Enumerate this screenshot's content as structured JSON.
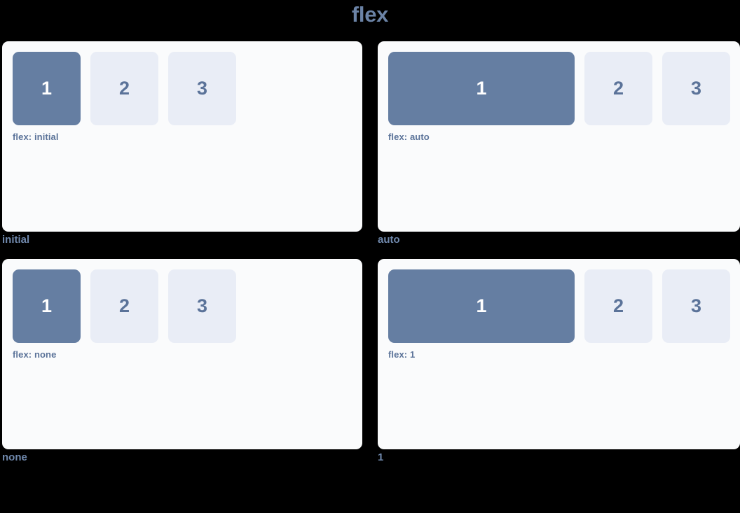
{
  "title": "flex",
  "colors": {
    "background": "#000000",
    "panel": "#fafbfc",
    "title": "#6b83a6",
    "caption": "#7089ad",
    "code_label": "#5b7399",
    "box_default_bg": "#e9edf6",
    "box_default_text": "#5b7399",
    "box_highlight_bg": "#657ea2",
    "box_highlight_text": "#ffffff"
  },
  "demos": [
    {
      "caption": "initial",
      "code_label": "flex: initial",
      "flex_value": "initial",
      "boxes": [
        {
          "label": "1",
          "highlight": true
        },
        {
          "label": "2",
          "highlight": false
        },
        {
          "label": "3",
          "highlight": false
        }
      ]
    },
    {
      "caption": "auto",
      "code_label": "flex: auto",
      "flex_value": "auto",
      "boxes": [
        {
          "label": "1",
          "highlight": true
        },
        {
          "label": "2",
          "highlight": false
        },
        {
          "label": "3",
          "highlight": false
        }
      ]
    },
    {
      "caption": "none",
      "code_label": "flex: none",
      "flex_value": "none",
      "boxes": [
        {
          "label": "1",
          "highlight": true
        },
        {
          "label": "2",
          "highlight": false
        },
        {
          "label": "3",
          "highlight": false
        }
      ]
    },
    {
      "caption": "1",
      "code_label": "flex: 1",
      "flex_value": "1",
      "boxes": [
        {
          "label": "1",
          "highlight": true
        },
        {
          "label": "2",
          "highlight": false
        },
        {
          "label": "3",
          "highlight": false
        }
      ]
    }
  ]
}
